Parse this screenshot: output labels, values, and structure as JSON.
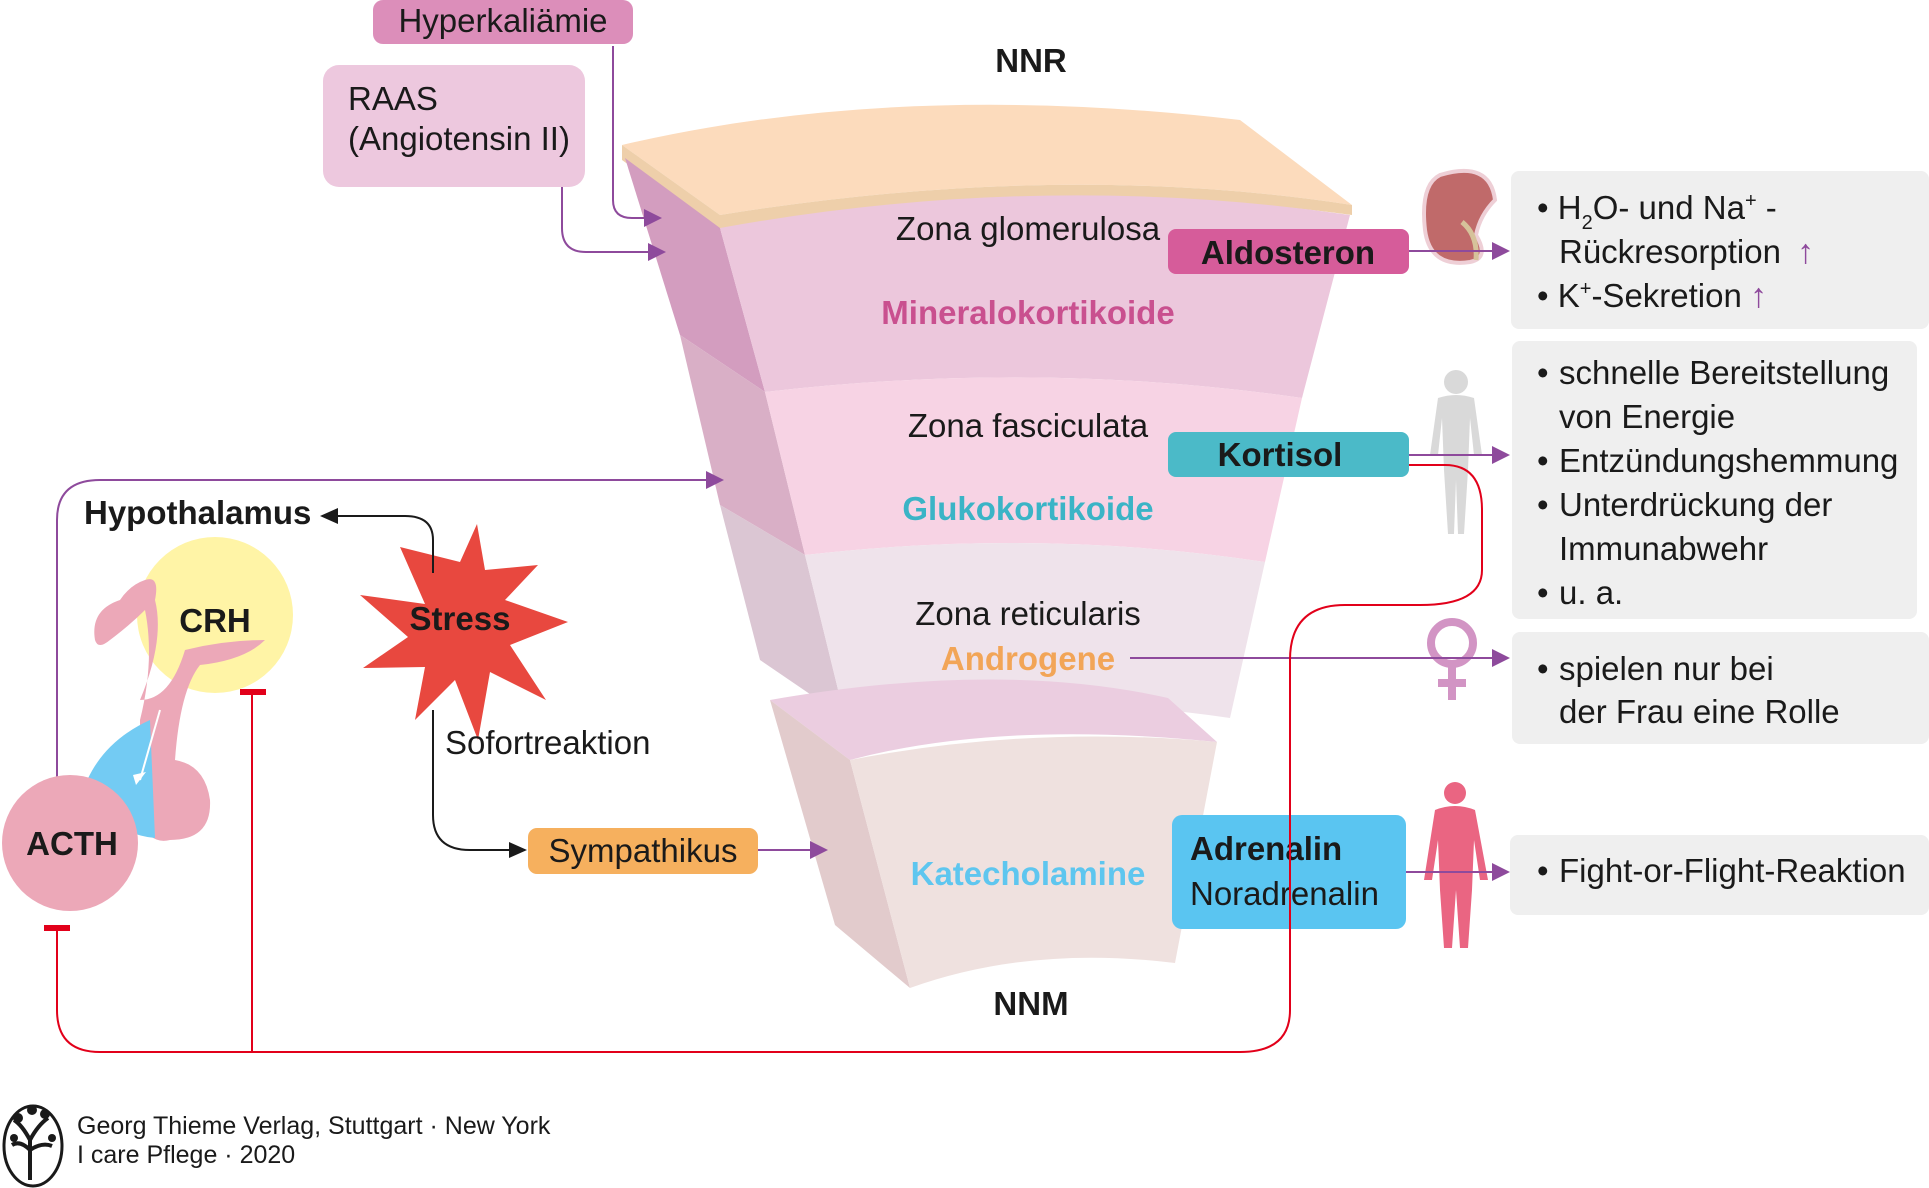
{
  "title_top": "NNR",
  "title_bottom": "NNM",
  "inputs": {
    "hyperkaliaemie": "Hyperkaliämie",
    "raas_line1": "RAAS",
    "raas_line2": "(Angiotensin II)"
  },
  "zones": [
    {
      "name": "Zona glomerulosa",
      "class": "Mineralokortikoide",
      "hormone": "Aldosteron",
      "class_color": "#c9508f",
      "hormone_color": "#d65c9a"
    },
    {
      "name": "Zona fasciculata",
      "class": "Glukokortikoide",
      "hormone": "Kortisol",
      "class_color": "#3ab4c6",
      "hormone_color": "#4bbac8"
    },
    {
      "name": "Zona reticularis",
      "class": "Androgene",
      "class_color": "#f2a557"
    }
  ],
  "medulla": {
    "class": "Katecholamine",
    "class_color": "#5ec6ef",
    "hormone_line1": "Adrenalin",
    "hormone_line2": "Noradrenalin",
    "hormone_color": "#5ac5f1"
  },
  "axis": {
    "hypothalamus": "Hypothalamus",
    "crh": "CRH",
    "acth": "ACTH",
    "stress": "Stress",
    "sofortreaktion": "Sofortreaktion",
    "sympathikus": "Sympathikus"
  },
  "effects": {
    "aldosteron": {
      "line1_prefix": "H",
      "line1_sub": "2",
      "line1_mid": "O- und Na",
      "line1_sup": "+",
      "line1_end": " -",
      "line2": "Rückresorption",
      "line3_prefix": "K",
      "line3_sup": "+",
      "line3_end": "-Sekretion",
      "arrow_up": "↑"
    },
    "kortisol": [
      "schnelle Bereitstellung",
      "von Energie",
      "Entzündungshemmung",
      "Unterdrückung der",
      "Immunabwehr",
      "u. a."
    ],
    "androgene": [
      "spielen nur bei",
      "der Frau eine Rolle"
    ],
    "katecholamine": [
      "Fight-or-Flight-Reaktion"
    ]
  },
  "colors": {
    "arrow_purple": "#8e4a9c",
    "inhibit_red": "#e2001a",
    "effect_box": "#efefef"
  },
  "footer": {
    "line1": "Georg Thieme Verlag, Stuttgart · New York",
    "line2": "I care Pflege · 2020"
  }
}
